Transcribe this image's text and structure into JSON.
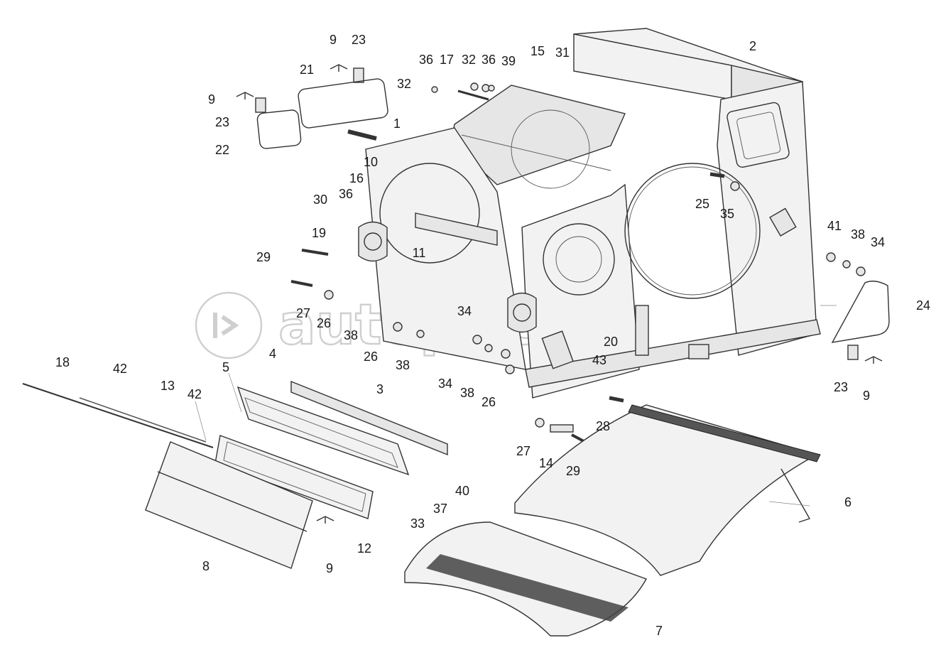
{
  "watermark": {
    "text": "autopiter.ru"
  },
  "callouts": [
    {
      "id": "c-9a",
      "text": "9"
    },
    {
      "id": "c-23a",
      "text": "23"
    },
    {
      "id": "c-21",
      "text": "21"
    },
    {
      "id": "c-9b",
      "text": "9"
    },
    {
      "id": "c-23b",
      "text": "23"
    },
    {
      "id": "c-22",
      "text": "22"
    },
    {
      "id": "c-36a",
      "text": "36"
    },
    {
      "id": "c-17",
      "text": "17"
    },
    {
      "id": "c-32a",
      "text": "32"
    },
    {
      "id": "c-36b",
      "text": "36"
    },
    {
      "id": "c-39",
      "text": "39"
    },
    {
      "id": "c-15",
      "text": "15"
    },
    {
      "id": "c-31",
      "text": "31"
    },
    {
      "id": "c-2",
      "text": "2"
    },
    {
      "id": "c-32b",
      "text": "32"
    },
    {
      "id": "c-1",
      "text": "1"
    },
    {
      "id": "c-10",
      "text": "10"
    },
    {
      "id": "c-16",
      "text": "16"
    },
    {
      "id": "c-30",
      "text": "30"
    },
    {
      "id": "c-36c",
      "text": "36"
    },
    {
      "id": "c-19",
      "text": "19"
    },
    {
      "id": "c-29a",
      "text": "29"
    },
    {
      "id": "c-11",
      "text": "11"
    },
    {
      "id": "c-25",
      "text": "25"
    },
    {
      "id": "c-35",
      "text": "35"
    },
    {
      "id": "c-41",
      "text": "41"
    },
    {
      "id": "c-38a",
      "text": "38"
    },
    {
      "id": "c-34a",
      "text": "34"
    },
    {
      "id": "c-24",
      "text": "24"
    },
    {
      "id": "c-27a",
      "text": "27"
    },
    {
      "id": "c-26a",
      "text": "26"
    },
    {
      "id": "c-38b",
      "text": "38"
    },
    {
      "id": "c-34b",
      "text": "34"
    },
    {
      "id": "c-26b",
      "text": "26"
    },
    {
      "id": "c-38c",
      "text": "38"
    },
    {
      "id": "c-20",
      "text": "20"
    },
    {
      "id": "c-43",
      "text": "43"
    },
    {
      "id": "c-23c",
      "text": "23"
    },
    {
      "id": "c-9c",
      "text": "9"
    },
    {
      "id": "c-18",
      "text": "18"
    },
    {
      "id": "c-42a",
      "text": "42"
    },
    {
      "id": "c-5",
      "text": "5"
    },
    {
      "id": "c-4",
      "text": "4"
    },
    {
      "id": "c-13",
      "text": "13"
    },
    {
      "id": "c-42b",
      "text": "42"
    },
    {
      "id": "c-3",
      "text": "3"
    },
    {
      "id": "c-34c",
      "text": "34"
    },
    {
      "id": "c-38d",
      "text": "38"
    },
    {
      "id": "c-26c",
      "text": "26"
    },
    {
      "id": "c-28",
      "text": "28"
    },
    {
      "id": "c-27b",
      "text": "27"
    },
    {
      "id": "c-14",
      "text": "14"
    },
    {
      "id": "c-29b",
      "text": "29"
    },
    {
      "id": "c-40",
      "text": "40"
    },
    {
      "id": "c-37",
      "text": "37"
    },
    {
      "id": "c-33",
      "text": "33"
    },
    {
      "id": "c-6",
      "text": "6"
    },
    {
      "id": "c-12",
      "text": "12"
    },
    {
      "id": "c-9d",
      "text": "9"
    },
    {
      "id": "c-8",
      "text": "8"
    },
    {
      "id": "c-7",
      "text": "7"
    }
  ]
}
